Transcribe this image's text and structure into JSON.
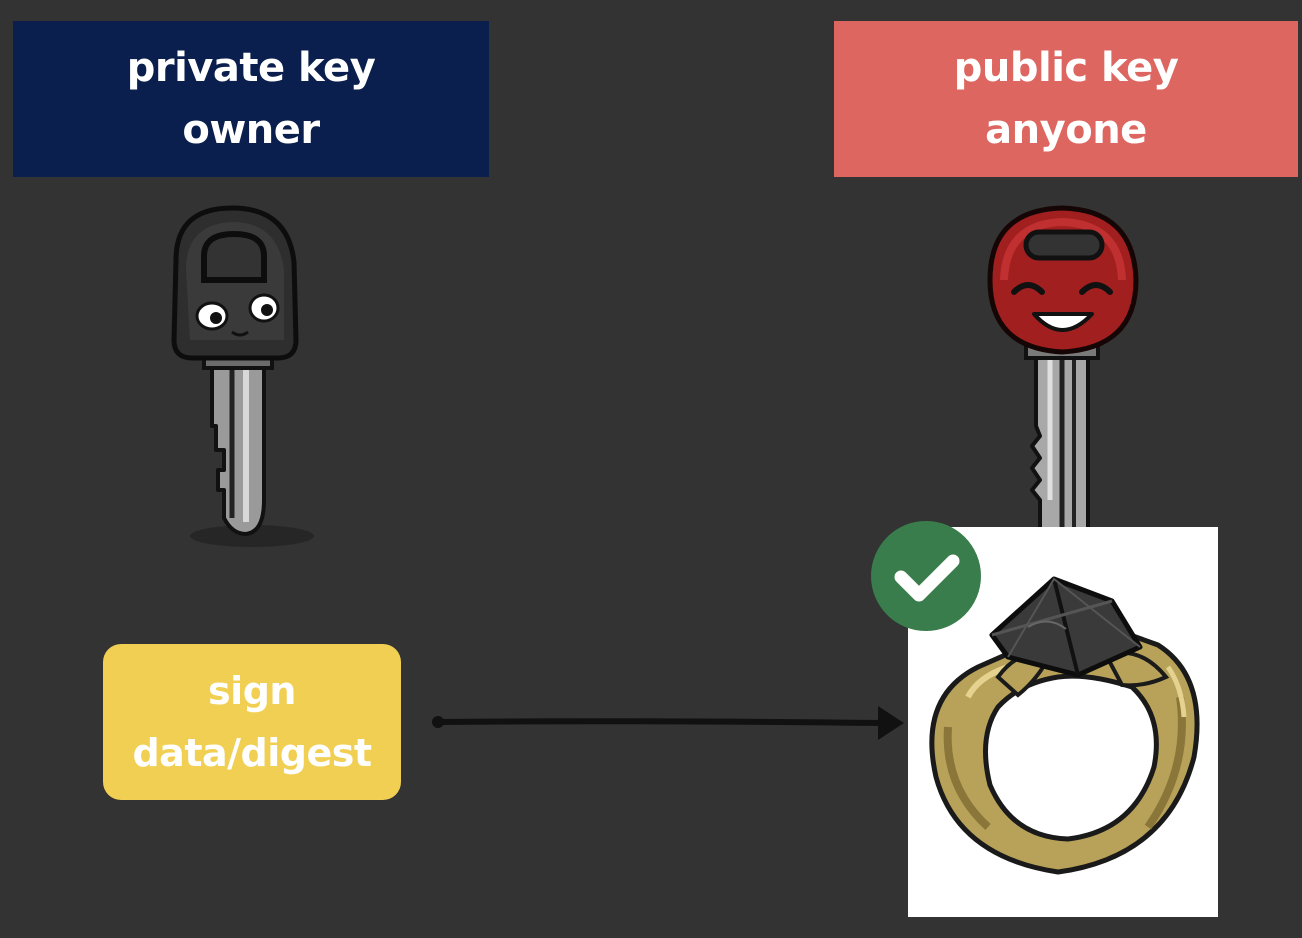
{
  "private_key": {
    "title": "private key",
    "subtitle": "owner",
    "color": "#0a1f4d"
  },
  "public_key": {
    "title": "public key",
    "subtitle": "anyone",
    "color": "#dd6760"
  },
  "sign": {
    "line1": "sign",
    "line2": "data/digest",
    "color": "#f0cf52"
  },
  "icons": {
    "private_key_illustration": "dark-key-character-icon",
    "public_key_illustration": "red-smiling-key-icon",
    "signature_illustration": "signet-ring-icon",
    "verified_badge": "check-circle-icon",
    "connector": "arrow-right-icon"
  },
  "colors": {
    "background": "#333333",
    "check_green": "#3a7d4c"
  }
}
